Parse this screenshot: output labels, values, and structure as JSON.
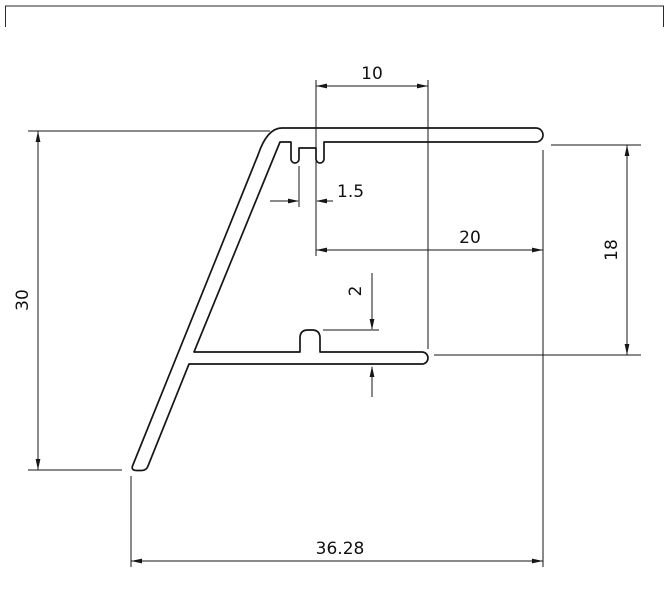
{
  "drawing": {
    "type": "technical-profile-cross-section",
    "colors": {
      "line": "#161616",
      "background": "#ffffff"
    },
    "dimensions": {
      "top_width": "10",
      "slot_width": "1.5",
      "flange_width": "20",
      "right_height": "18",
      "rib_height": "2",
      "overall_height": "30",
      "overall_width": "36.28"
    }
  }
}
